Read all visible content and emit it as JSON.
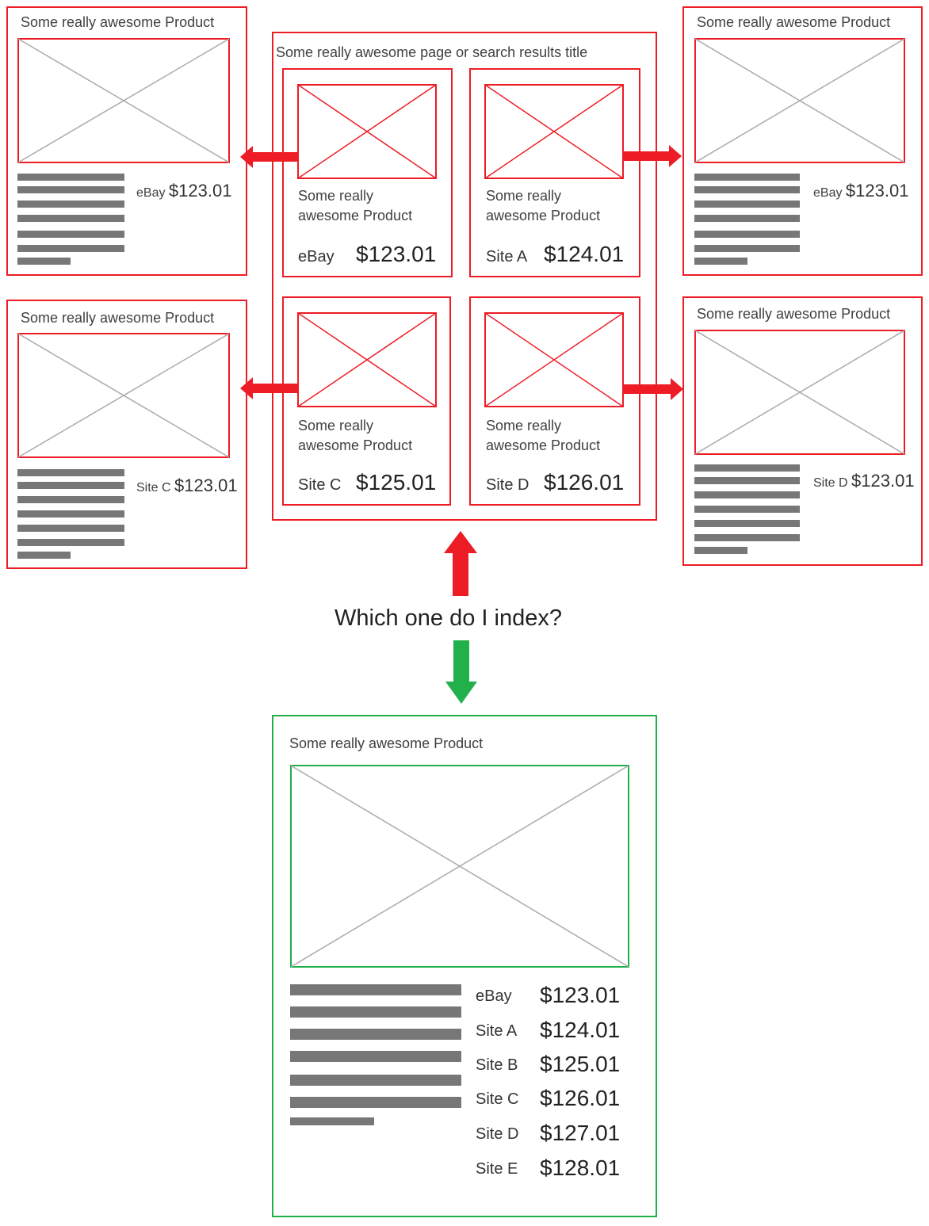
{
  "colors": {
    "red": "#ee1c25",
    "green": "#22b04b",
    "placeholder": "#aaaaaa",
    "bar": "#777777"
  },
  "center": {
    "title": "Some really awesome page or search results title",
    "cards": [
      {
        "name_line1": "Some really",
        "name_line2": "awesome Product",
        "site": "eBay",
        "price": "$123.01"
      },
      {
        "name_line1": "Some really",
        "name_line2": "awesome Product",
        "site": "Site A",
        "price": "$124.01"
      },
      {
        "name_line1": "Some really",
        "name_line2": "awesome Product",
        "site": "Site C",
        "price": "$125.01"
      },
      {
        "name_line1": "Some really",
        "name_line2": "awesome Product",
        "site": "Site D",
        "price": "$126.01"
      }
    ]
  },
  "side_pages": [
    {
      "title": "Some really awesome Product",
      "site": "eBay",
      "price": "$123.01"
    },
    {
      "title": "Some really awesome Product",
      "site": "eBay",
      "price": "$123.01"
    },
    {
      "title": "Some really awesome Product",
      "site": "Site C",
      "price": "$123.01"
    },
    {
      "title": "Some really awesome Product",
      "site": "Site D",
      "price": "$123.01"
    }
  ],
  "question": "Which one do I index?",
  "canonical": {
    "title": "Some really awesome Product",
    "offers": [
      {
        "site": "eBay",
        "price": "$123.01"
      },
      {
        "site": "Site A",
        "price": "$124.01"
      },
      {
        "site": "Site B",
        "price": "$125.01"
      },
      {
        "site": "Site C",
        "price": "$126.01"
      },
      {
        "site": "Site D",
        "price": "$127.01"
      },
      {
        "site": "Site E",
        "price": "$128.01"
      }
    ]
  }
}
